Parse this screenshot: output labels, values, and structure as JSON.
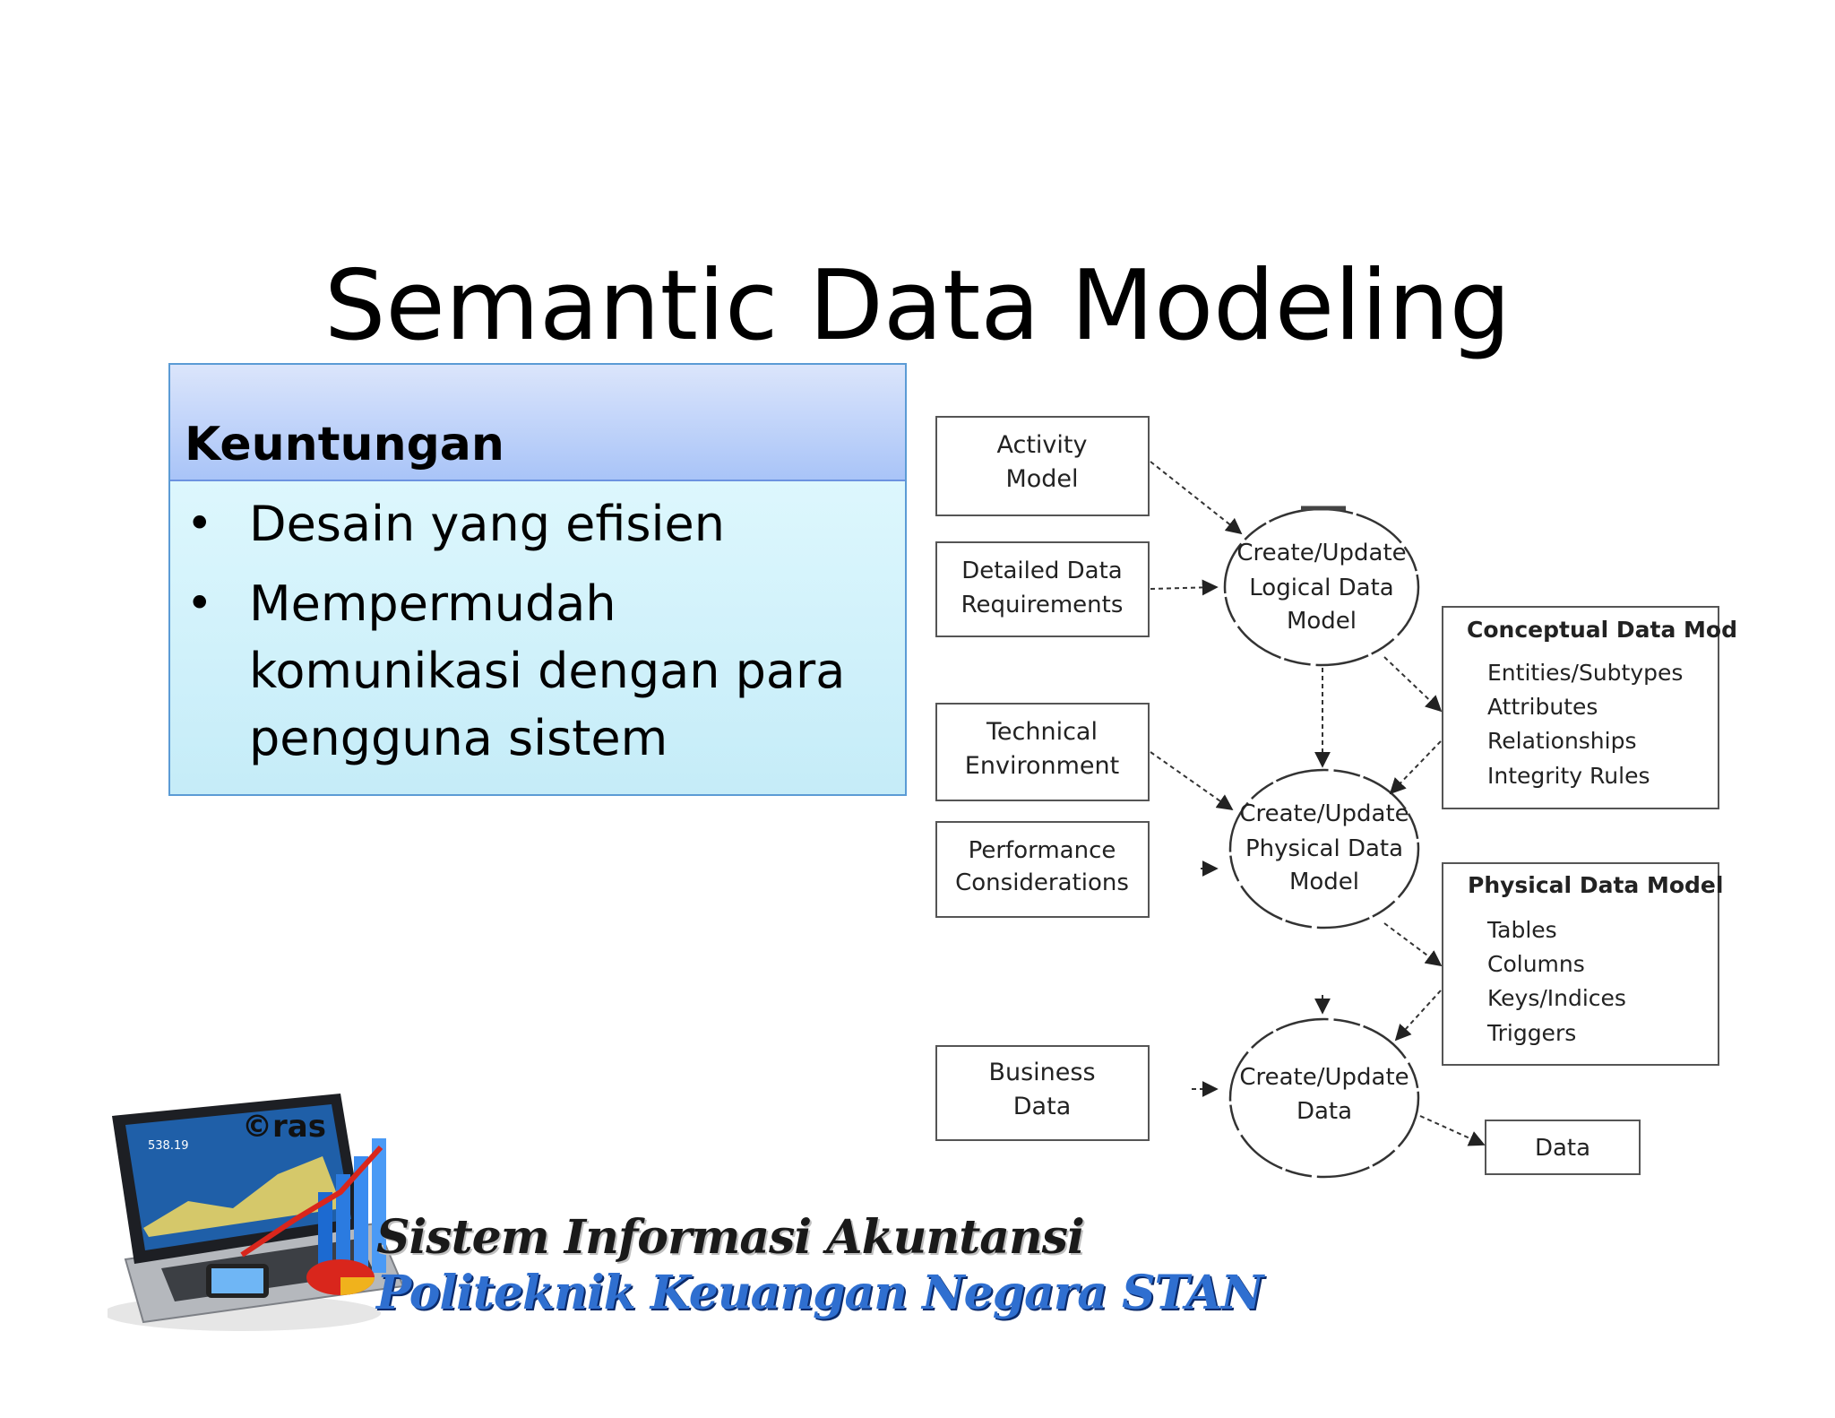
{
  "slide": {
    "title": "Semantic Data Modeling"
  },
  "benefits": {
    "header": "Keuntungan",
    "bullet": "•",
    "items": [
      "Desain yang efisien",
      "Mempermudah komunikasi dengan para pengguna sistem"
    ]
  },
  "diagram": {
    "inputs": {
      "activity_model": [
        "Activity",
        "Model"
      ],
      "detailed_data_requirements": [
        "Detailed Data",
        "Requirements"
      ],
      "technical_environment": [
        "Technical",
        "Environment"
      ],
      "performance_considerations": [
        "Performance",
        "Considerations"
      ],
      "business_data": [
        "Business",
        "Data"
      ]
    },
    "processes": {
      "logical": [
        "Create/Update",
        "Logical Data",
        "Model"
      ],
      "physical": [
        "Create/Update",
        "Physical Data",
        "Model"
      ],
      "data": [
        "Create/Update",
        "Data"
      ]
    },
    "conceptual_model": {
      "title": "Conceptual Data Model",
      "items": [
        "Entities/Subtypes",
        "Attributes",
        "Relationships",
        "Integrity Rules"
      ]
    },
    "physical_model": {
      "title": "Physical Data Model",
      "items": [
        "Tables",
        "Columns",
        "Keys/Indices",
        "Triggers"
      ]
    },
    "output": "Data"
  },
  "logo": {
    "line1": "Sistem Informasi Akuntansi",
    "line2": "Politeknik Keuangan Negara STAN",
    "badge": "©ras",
    "screen_value": "538.19"
  }
}
